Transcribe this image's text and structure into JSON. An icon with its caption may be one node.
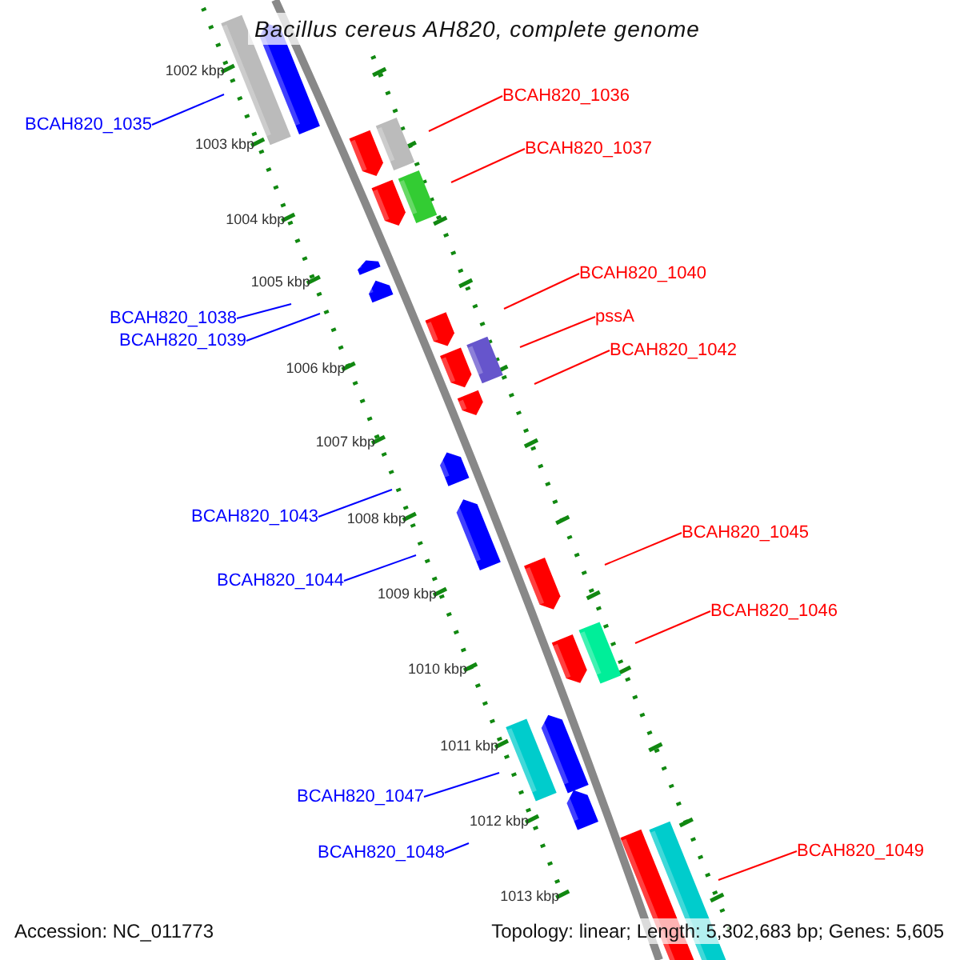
{
  "diagram": {
    "title": "Bacillus cereus AH820, complete genome",
    "nodes": [
      {
        "text": [
          "BCAH820_1035"
        ]
      },
      {
        "text": [
          "BCAH820_1036"
        ]
      },
      {
        "text": [
          "BCAH820_1037"
        ]
      },
      {
        "text": [
          "BCAH820_1040"
        ]
      },
      {
        "text": [
          "pssA"
        ]
      },
      {
        "text": [
          "BCAH820_1038"
        ]
      },
      {
        "text": [
          "BCAH820_1039"
        ]
      },
      {
        "text": [
          "BCAH820_1042"
        ]
      },
      {
        "text": [
          "BCAH820_1043"
        ]
      },
      {
        "text": [
          "BCAH820_1045"
        ]
      },
      {
        "text": [
          "BCAH820_1044"
        ]
      },
      {
        "text": [
          "BCAH820_1046"
        ]
      },
      {
        "text": [
          "BCAH820_1047"
        ]
      },
      {
        "text": [
          "BCAH820_1049"
        ]
      },
      {
        "text": [
          "BCAH820_1048"
        ]
      }
    ],
    "edges": [
      {
        "from": 0,
        "to": null,
        "arrow": "none",
        "color": "#0000ff"
      },
      {
        "from": 1,
        "to": null,
        "arrow": "none",
        "color": "#ff0000"
      },
      {
        "from": 2,
        "to": null,
        "arrow": "none",
        "color": "#ff0000"
      },
      {
        "from": 3,
        "to": null,
        "arrow": "none",
        "color": "#ff0000"
      },
      {
        "from": 4,
        "to": null,
        "arrow": "none",
        "color": "#ff0000"
      },
      {
        "from": 5,
        "to": null,
        "arrow": "none",
        "color": "#0000ff"
      },
      {
        "from": 6,
        "to": null,
        "arrow": "none",
        "color": "#0000ff"
      },
      {
        "from": 7,
        "to": null,
        "arrow": "none",
        "color": "#ff0000"
      },
      {
        "from": 8,
        "to": null,
        "arrow": "none",
        "color": "#0000ff"
      },
      {
        "from": 9,
        "to": null,
        "arrow": "none",
        "color": "#ff0000"
      },
      {
        "from": 10,
        "to": null,
        "arrow": "none",
        "color": "#0000ff"
      },
      {
        "from": 11,
        "to": null,
        "arrow": "none",
        "color": "#ff0000"
      },
      {
        "from": 12,
        "to": null,
        "arrow": "none",
        "color": "#0000ff"
      },
      {
        "from": 13,
        "to": null,
        "arrow": "none",
        "color": "#ff0000"
      },
      {
        "from": 14,
        "to": null,
        "arrow": "none",
        "color": "#0000ff"
      }
    ],
    "labels": [
      "1002 kbp",
      "1003 kbp",
      "1004 kbp",
      "1005 kbp",
      "1006 kbp",
      "1007 kbp",
      "1008 kbp",
      "1009 kbp",
      "1010 kbp",
      "1011 kbp",
      "1012 kbp",
      "1013 kbp",
      "Accession: NC_011773",
      "Topology: linear; Length: 5,302,683 bp; Genes: 5,605"
    ]
  }
}
